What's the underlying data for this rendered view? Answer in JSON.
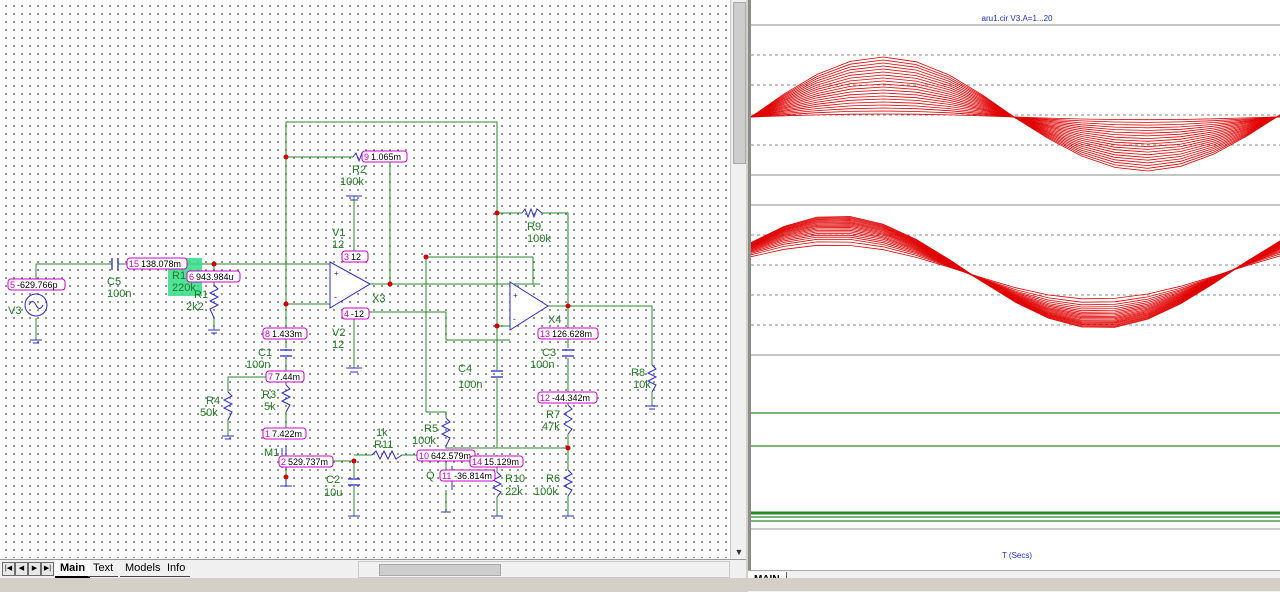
{
  "schematic": {
    "tabs": [
      {
        "label": "Main",
        "active": true
      },
      {
        "label": "Text",
        "active": false
      },
      {
        "label": "Models",
        "active": false
      },
      {
        "label": "Info",
        "active": false
      }
    ],
    "nav_buttons": [
      "first",
      "prev",
      "next",
      "last"
    ],
    "components": {
      "v3": {
        "name": "V3"
      },
      "c5": {
        "name": "C5",
        "value": "100n"
      },
      "r1": {
        "name": "R1",
        "value": "220k"
      },
      "r1b": {
        "name": "R1",
        "value": "2k2"
      },
      "r2": {
        "name": "R2",
        "value": "100k"
      },
      "v1": {
        "name": "V1",
        "value": "12"
      },
      "v2": {
        "name": "V2",
        "value": "12"
      },
      "x3": {
        "name": "X3"
      },
      "x4": {
        "name": "X4"
      },
      "r9": {
        "name": "R9",
        "value": "100k"
      },
      "c1": {
        "name": "C1",
        "value": "100n"
      },
      "r4": {
        "name": "R4",
        "value": "50k"
      },
      "r3": {
        "name": "R3",
        "value": "5k"
      },
      "m1": {
        "name": "M1"
      },
      "c2": {
        "name": "C2",
        "value": "10u"
      },
      "r11": {
        "name": "R11",
        "value": "1k"
      },
      "r5": {
        "name": "R5",
        "value": "100k"
      },
      "c4": {
        "name": "C4",
        "value": "100n"
      },
      "q": {
        "name": "Q"
      },
      "r10": {
        "name": "R10",
        "value": "22k"
      },
      "c3": {
        "name": "C3",
        "value": "100n"
      },
      "r7": {
        "name": "R7",
        "value": "47k"
      },
      "r6": {
        "name": "R6",
        "value": "100k"
      },
      "r8": {
        "name": "R8",
        "value": "10k"
      }
    },
    "node_labels": {
      "n5": {
        "num": "5",
        "value": "-629.766p"
      },
      "n15": {
        "num": "15",
        "value": "138.078m"
      },
      "n6": {
        "num": "6",
        "value": "943.984u"
      },
      "n9": {
        "num": "9",
        "value": "1.065m"
      },
      "n3": {
        "num": "3",
        "value": "12"
      },
      "n4": {
        "num": "4",
        "value": "-12"
      },
      "n8": {
        "num": "8",
        "value": "1.433m"
      },
      "n7": {
        "num": "7",
        "value": "7.44m"
      },
      "n1": {
        "num": "1",
        "value": "7.422m"
      },
      "n2": {
        "num": "2",
        "value": "529.737m"
      },
      "n10": {
        "num": "10",
        "value": "642.579m"
      },
      "n11": {
        "num": "11",
        "value": "-36.814m"
      },
      "n14": {
        "num": "14",
        "value": "15.129m"
      },
      "n13": {
        "num": "13",
        "value": "126.628m"
      },
      "n12": {
        "num": "12",
        "value": "-44.342m"
      }
    }
  },
  "plot": {
    "title": "aru1.cir V3.A=1...20",
    "xlabel": "T (Secs)",
    "tab": "MAIN",
    "colors": {
      "trace": "#e00000",
      "axis": "#2a8a2a",
      "text": "#1a2fd0",
      "wire": "#2a8a2a",
      "node": "#cc00cc"
    }
  }
}
